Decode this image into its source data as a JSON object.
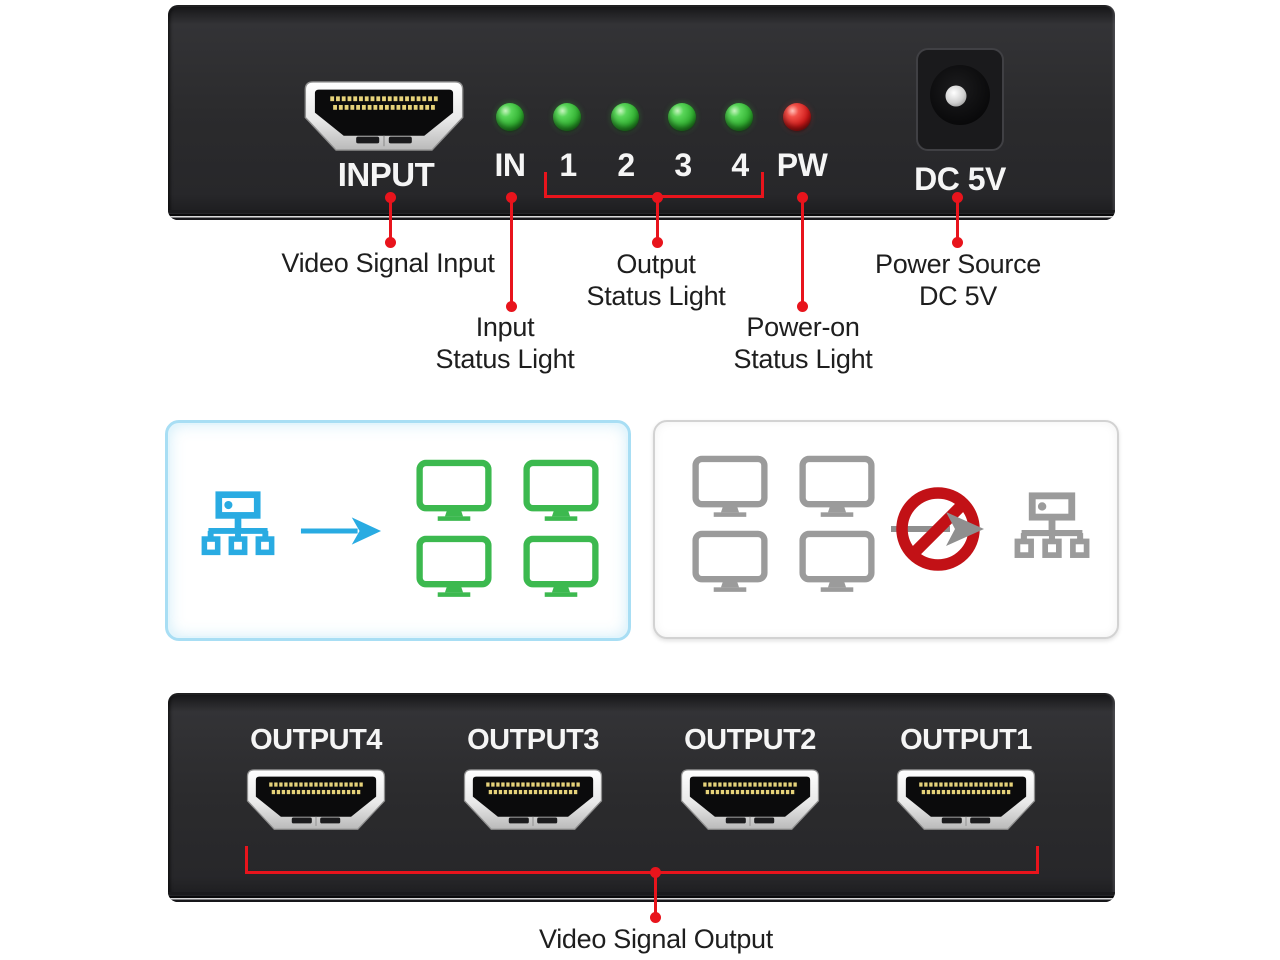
{
  "title": "HDMI splitter front/rear panel annotated diagram",
  "colors": {
    "callout_red": "#e8141c",
    "prohibition_red": "#c21116",
    "led_green": "#2fae2f",
    "led_red": "#cd1818",
    "panel_black": "#2b2b2d",
    "device_text": "#f5f5f5",
    "diagram_blue": "#29abe2",
    "diagram_green": "#3cb94f",
    "diagram_gray": "#9b9b9b"
  },
  "front_panel": {
    "input_port_label": "INPUT",
    "led_labels": [
      "IN",
      "1",
      "2",
      "3",
      "4",
      "PW"
    ],
    "led_colors": [
      "green",
      "green",
      "green",
      "green",
      "green",
      "red"
    ],
    "power_jack_label": "DC 5V"
  },
  "rear_panel": {
    "port_labels": [
      "OUTPUT4",
      "OUTPUT3",
      "OUTPUT2",
      "OUTPUT1"
    ]
  },
  "callouts": {
    "video_signal_input": "Video Signal Input",
    "input_status_line1": "Input",
    "input_status_line2": "Status Light",
    "output_status_line1": "Output",
    "output_status_line2": "Status Light",
    "power_on_line1": "Power-on",
    "power_on_line2": "Status Light",
    "power_source_line1": "Power Source",
    "power_source_line2": "DC 5V",
    "video_signal_output": "Video Signal Output"
  },
  "usage_diagrams": {
    "supported": {
      "source_icon": "splitter-source-icon",
      "arrow_icon": "arrow-right-icon",
      "monitor_icon": "monitor-icon",
      "monitor_count": 4
    },
    "unsupported": {
      "monitor_icon": "monitor-icon",
      "prohibition_icon": "prohibition-arrow-icon",
      "source_icon": "splitter-source-icon",
      "monitor_count": 4
    }
  }
}
